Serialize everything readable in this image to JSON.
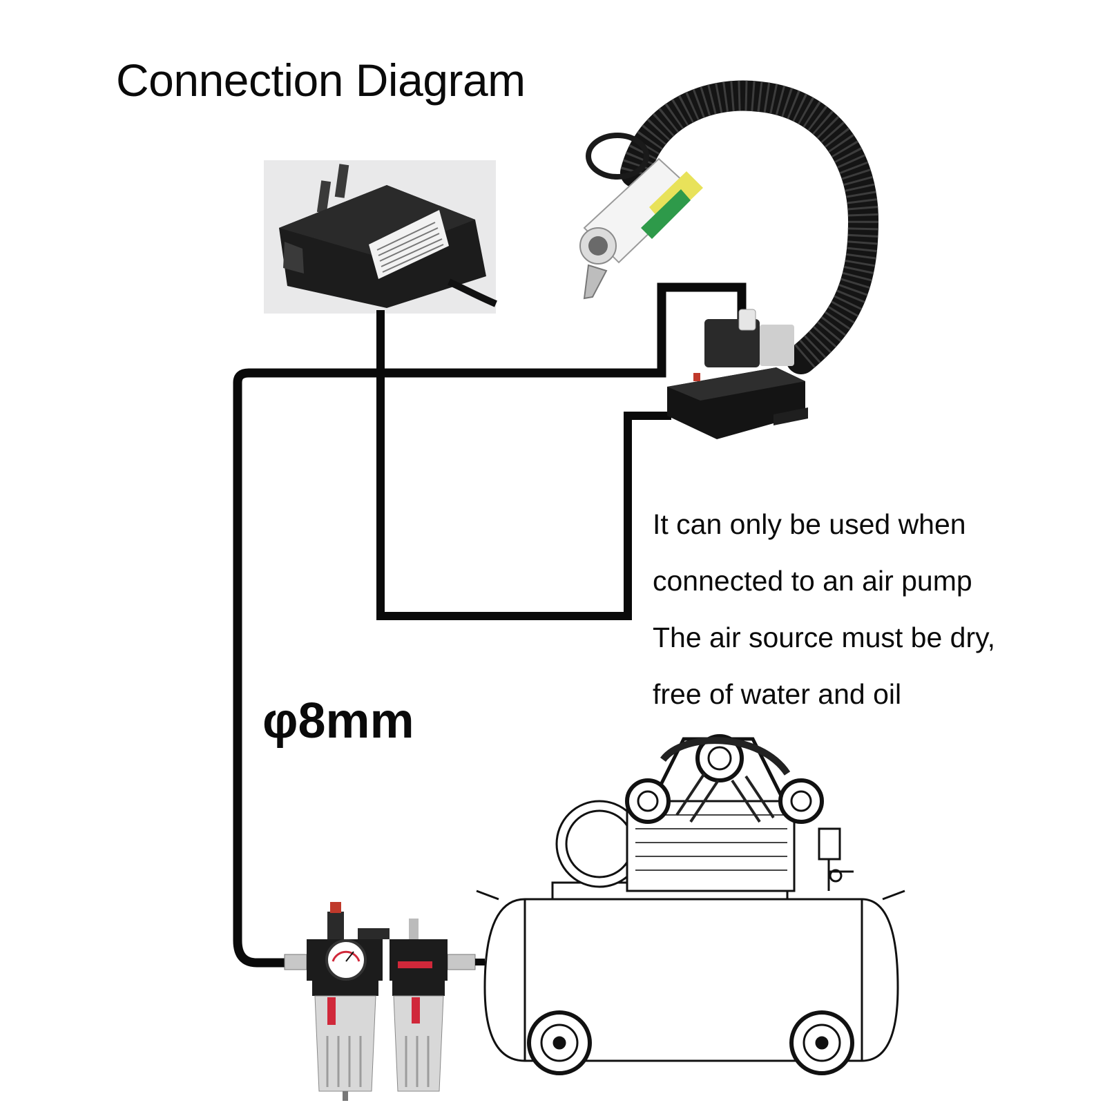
{
  "title": "Connection Diagram",
  "hose_label": "φ8mm",
  "note_lines": [
    "It can only be used when",
    "connected to an air pump",
    "The air source must be dry,",
    "free of water and oil"
  ],
  "components": {
    "power_adapter": "power-adapter",
    "ionizer_gun": "air-ionizer-nozzle",
    "solenoid_controller": "solenoid-valve-controller",
    "filter_regulator": "air-filter-regulator",
    "air_compressor": "air-compressor"
  },
  "colors": {
    "line": "#0a0a0a",
    "adapter_body": "#1c1c1c",
    "adapter_bg": "#e9e9ea",
    "label_green": "#2e9a4a",
    "label_yellow": "#e8e25a",
    "gauge_red": "#d0283a"
  }
}
